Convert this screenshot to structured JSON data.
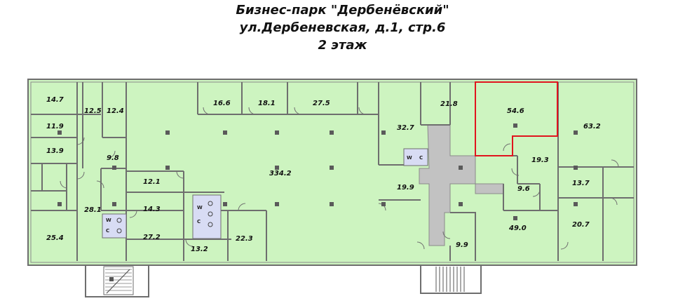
{
  "header": {
    "title": "Бизнес-парк \"Дербенёвский\"",
    "address": "ул.Дербеневская, д.1, стр.6",
    "floor": "2 этаж"
  },
  "colors": {
    "room_fill": "#cdf4c0",
    "corridor_fill": "#c2c2c2",
    "wall": "#6e6e6e",
    "highlight": "#e0141e",
    "wc_fill": "#d8dcf4"
  },
  "rooms": [
    {
      "id": "r14-7",
      "area": "14.7"
    },
    {
      "id": "r12-5",
      "area": "12.5"
    },
    {
      "id": "r12-4",
      "area": "12.4"
    },
    {
      "id": "r11-9",
      "area": "11.9"
    },
    {
      "id": "r13-9",
      "area": "13.9"
    },
    {
      "id": "r9-8a",
      "area": "9.8"
    },
    {
      "id": "r28-1",
      "area": "28.1"
    },
    {
      "id": "r25-4",
      "area": "25.4"
    },
    {
      "id": "r16-6",
      "area": "16.6"
    },
    {
      "id": "r18-1",
      "area": "18.1"
    },
    {
      "id": "r27-5",
      "area": "27.5"
    },
    {
      "id": "r334-2",
      "area": "334.2"
    },
    {
      "id": "r12-1",
      "area": "12.1"
    },
    {
      "id": "r14-3",
      "area": "14.3"
    },
    {
      "id": "r27-2",
      "area": "27.2"
    },
    {
      "id": "r13-2",
      "area": "13.2"
    },
    {
      "id": "r22-3",
      "area": "22.3"
    },
    {
      "id": "r32-7",
      "area": "32.7"
    },
    {
      "id": "r21-8",
      "area": "21.8"
    },
    {
      "id": "r19-9",
      "area": "19.9"
    },
    {
      "id": "r9-9",
      "area": "9.9"
    },
    {
      "id": "r54-6",
      "area": "54.6"
    },
    {
      "id": "r63-2",
      "area": "63.2"
    },
    {
      "id": "r19-3",
      "area": "19.3"
    },
    {
      "id": "r9-6",
      "area": "9.6"
    },
    {
      "id": "r49-0",
      "area": "49.0"
    },
    {
      "id": "r13-7",
      "area": "13.7"
    },
    {
      "id": "r20-7",
      "area": "20.7"
    }
  ],
  "highlighted_room": "54.6"
}
